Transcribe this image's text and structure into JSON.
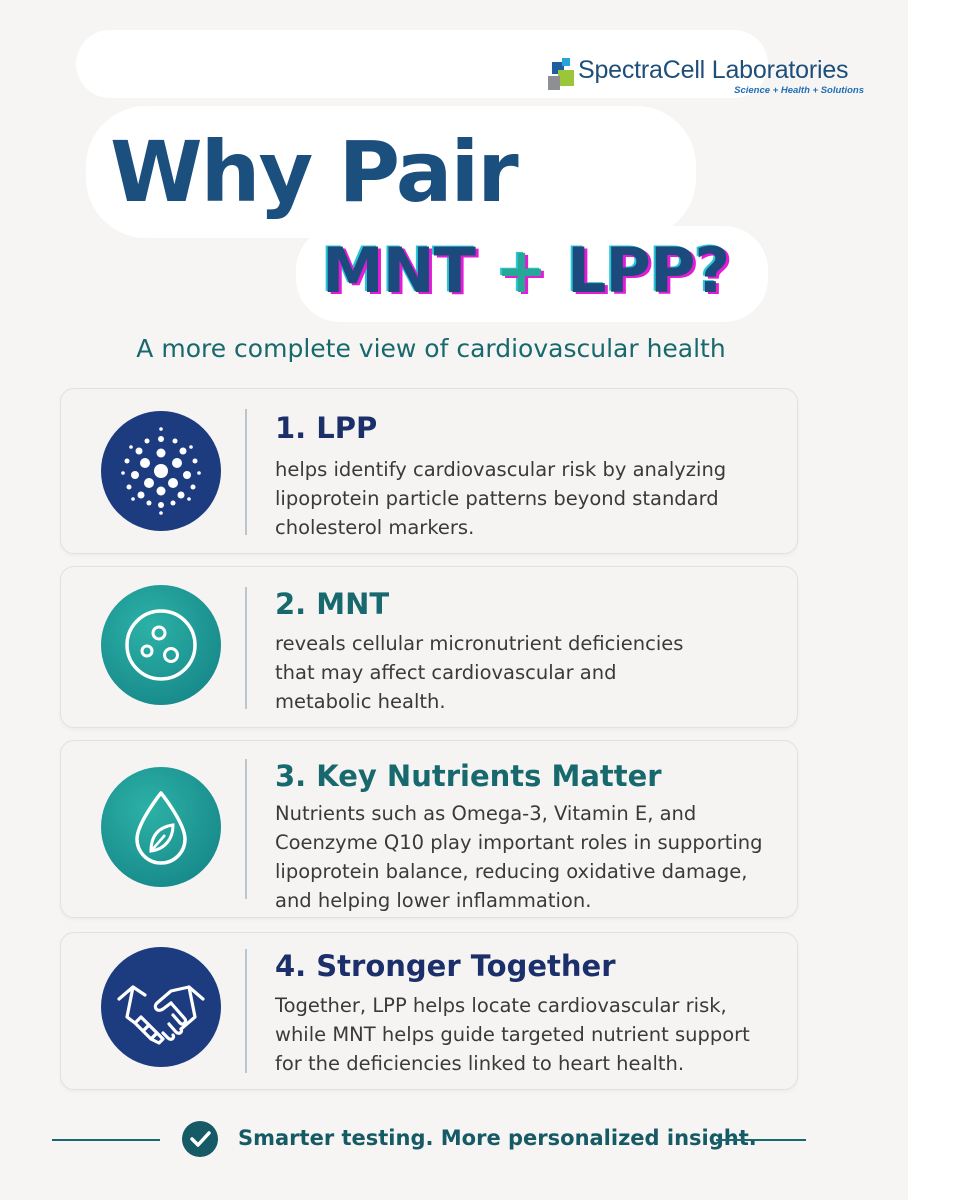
{
  "brand": {
    "name": "SpectraCell Laboratories",
    "tagline": "Science  +  Health  +  Solutions"
  },
  "headline": {
    "line1": "Why Pair",
    "part_a": "MNT",
    "plus": "+",
    "part_b": "LPP?"
  },
  "subtitle": "A more complete view of cardiovascular health",
  "cards": [
    {
      "icon": "particle-cluster-icon",
      "title": "1. LPP",
      "lines": [
        "helps identify cardiovascular risk by analyzing",
        "lipoprotein particle patterns beyond standard",
        "cholesterol markers."
      ]
    },
    {
      "icon": "cell-icon",
      "title": "2. MNT",
      "lines": [
        "reveals cellular micronutrient deficiencies",
        "that may affect cardiovascular and",
        "metabolic health."
      ]
    },
    {
      "icon": "droplet-leaf-icon",
      "title": "3. Key Nutrients Matter",
      "lines": [
        "Nutrients such as Omega-3, Vitamin E, and",
        "Coenzyme Q10 play important roles in supporting",
        "lipoprotein balance, reducing oxidative damage,",
        "and helping lower inflammation."
      ]
    },
    {
      "icon": "handshake-icon",
      "title": "4. Stronger Together",
      "lines": [
        "Together, LPP helps locate cardiovascular risk,",
        "while MNT helps guide targeted nutrient support",
        "for the deficiencies linked to heart health."
      ]
    }
  ],
  "footer": {
    "icon": "check-circle-icon",
    "text": "Smarter testing. More personalized insight."
  },
  "colors": {
    "navy": "#1b3f7e",
    "teal": "#1a8f8f",
    "subtitle_teal": "#17696d"
  }
}
